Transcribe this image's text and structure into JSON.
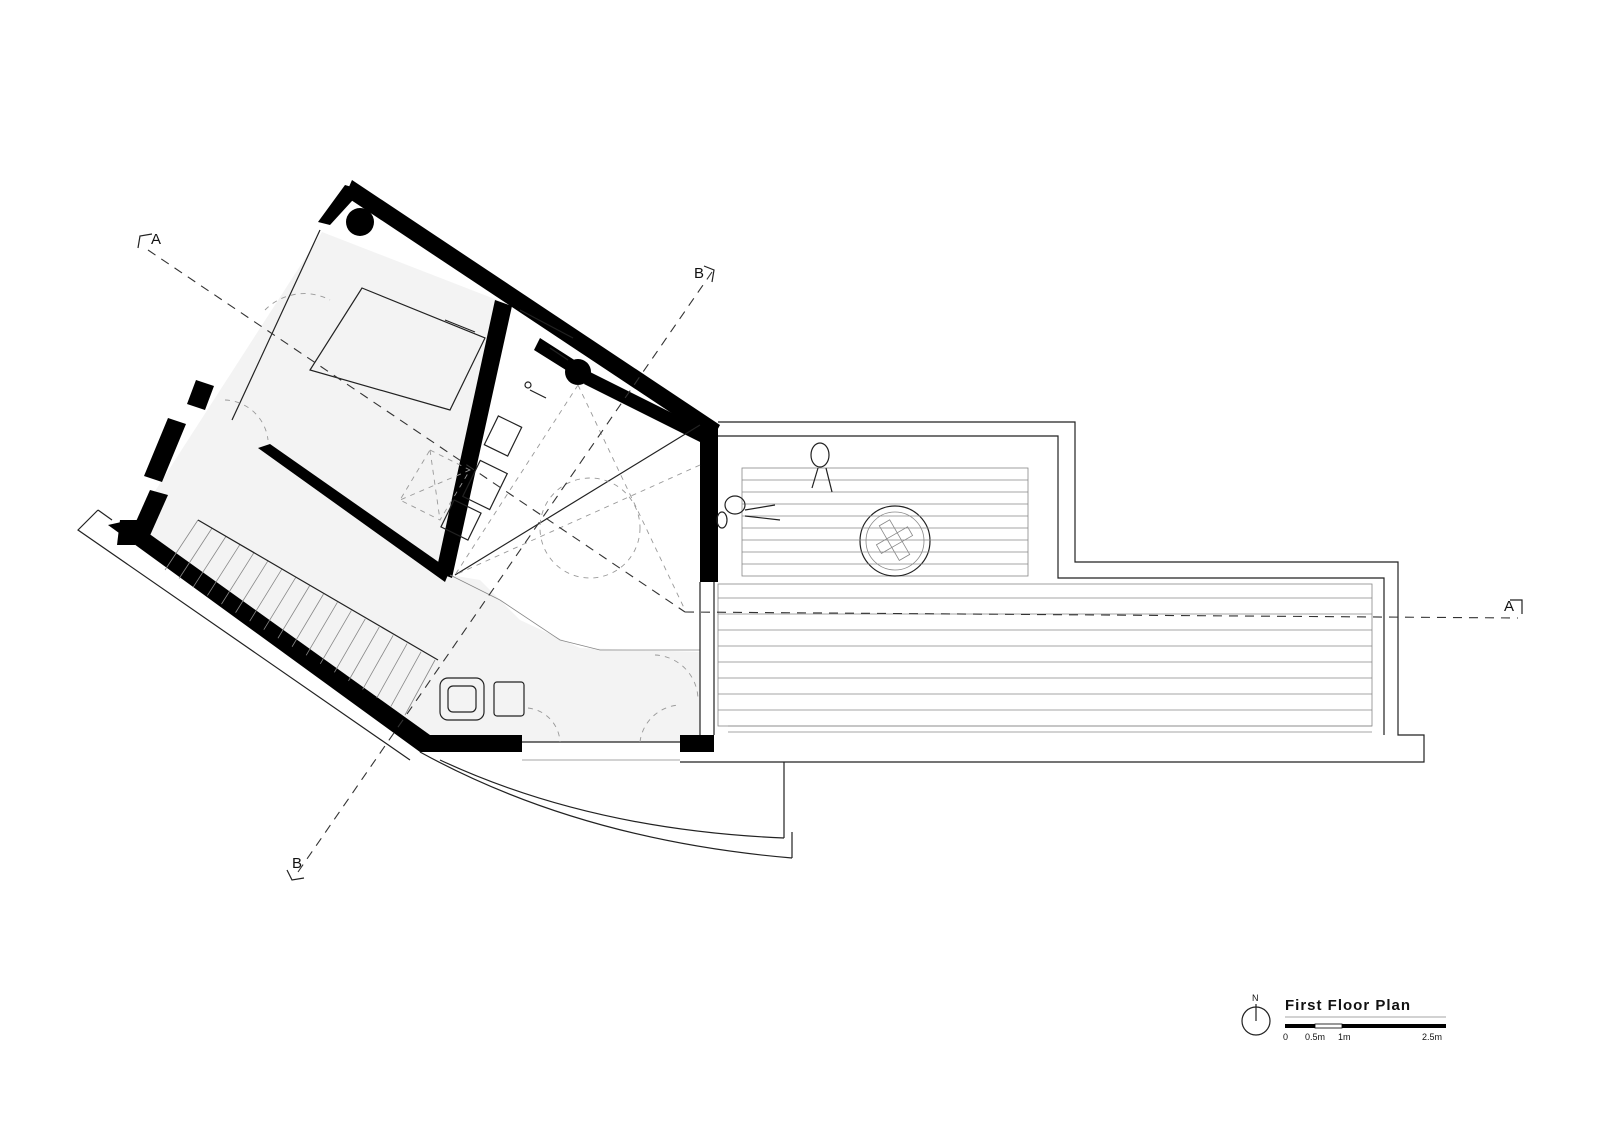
{
  "title_block": {
    "title": "First Floor Plan",
    "north_label": "N",
    "scale_labels": [
      "0",
      "0.5m",
      "1m",
      "2.5m"
    ]
  },
  "section_markers": {
    "a_left": "A",
    "a_right": "A",
    "b_top": "B",
    "b_bottom": "B"
  },
  "colors": {
    "wall": "#000000",
    "floor_fill": "#f3f3f3",
    "line": "#222222"
  }
}
